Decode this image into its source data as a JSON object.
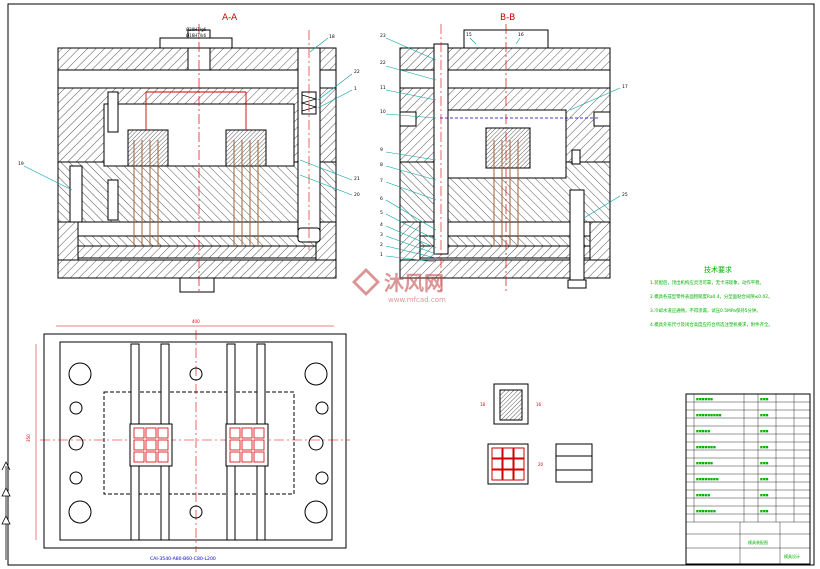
{
  "views": {
    "section_a": "A-A",
    "section_b": "B-B"
  },
  "dimensions": {
    "top_dim_1": "Ø20H7/g6",
    "top_dim_2": "Ø16H7/k6",
    "width_overall": "400",
    "height_overall": "350",
    "part_a": "18",
    "part_b": "16",
    "part_c": "20"
  },
  "callouts_a": [
    "18",
    "22",
    "1",
    "19",
    "21",
    "20"
  ],
  "callouts_b": [
    "23",
    "22",
    "15",
    "16",
    "17",
    "11",
    "10",
    "9",
    "8",
    "7",
    "6",
    "5",
    "4",
    "3",
    "2",
    "1",
    "25"
  ],
  "mold_base_label": "CAI-3540-A80-B60-C80-L200",
  "tech_title": "技术要求",
  "tech_lines": [
    "1.装配后，顶出机构应灵活可靠，无卡滞现象，动作平稳。",
    "2.模具各成型零件表面粗糙度Ra0.4，分型面贴合间隙≤0.02。",
    "3.冷却水道应通畅，不得渗漏，试压0.5MPa保持5分钟。",
    "4.模具外形尺寸及闭合高度应符合所选注塑机要求，附件齐全。"
  ],
  "title_block": {
    "drawing_name": "模具装配图",
    "company": "模具设计"
  },
  "watermark": {
    "brand": "沐风网",
    "url": "www.mfcad.com"
  },
  "colors": {
    "line": "#000000",
    "hatch": "#555555",
    "center": "#e00000",
    "dim": "#d00000",
    "note": "#00b000",
    "watermark": "#c04040",
    "leader": "#00a0a0",
    "blue": "#0000c0"
  }
}
